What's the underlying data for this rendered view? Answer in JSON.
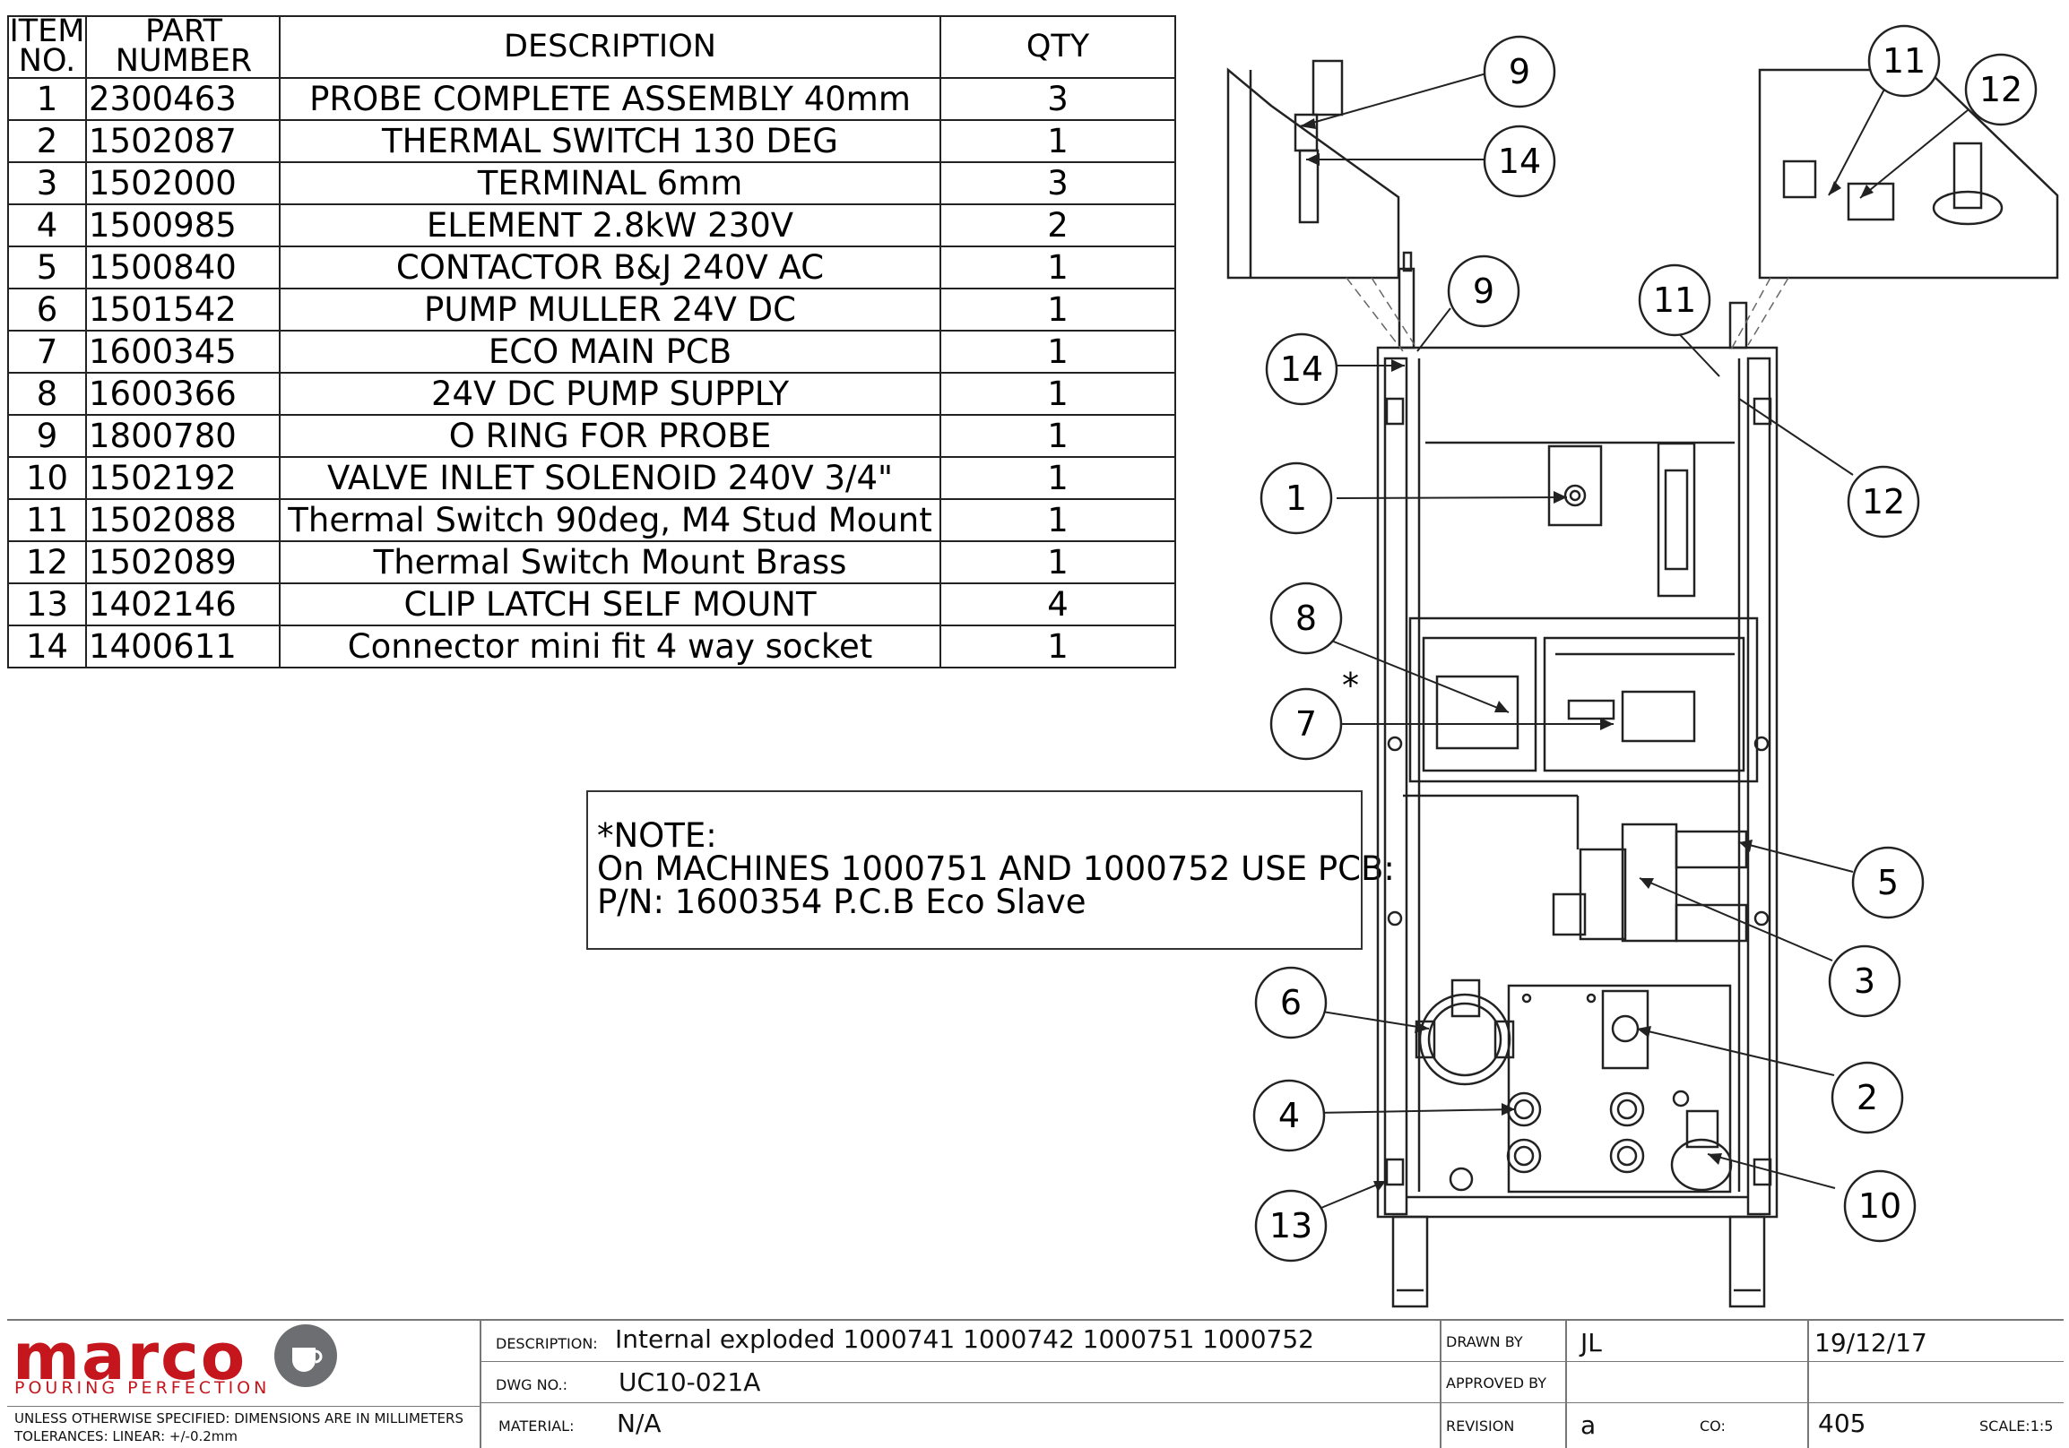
{
  "bom": {
    "headers": {
      "item_line1": "ITEM",
      "item_line2": "NO.",
      "part_line1": "PART",
      "part_line2": "NUMBER",
      "description": "DESCRIPTION",
      "qty": "QTY"
    },
    "rows": [
      {
        "item": "1",
        "part": "2300463",
        "description": "PROBE COMPLETE ASSEMBLY 40mm",
        "qty": "3"
      },
      {
        "item": "2",
        "part": "1502087",
        "description": "THERMAL SWITCH 130 DEG",
        "qty": "1"
      },
      {
        "item": "3",
        "part": "1502000",
        "description": "TERMINAL 6mm",
        "qty": "3"
      },
      {
        "item": "4",
        "part": "1500985",
        "description": "ELEMENT 2.8kW 230V",
        "qty": "2"
      },
      {
        "item": "5",
        "part": "1500840",
        "description": "CONTACTOR B&J 240V AC",
        "qty": "1"
      },
      {
        "item": "6",
        "part": "1501542",
        "description": "PUMP MULLER 24V DC",
        "qty": "1"
      },
      {
        "item": "7",
        "part": "1600345",
        "description": "ECO MAIN PCB",
        "qty": "1"
      },
      {
        "item": "8",
        "part": "1600366",
        "description": "24V DC PUMP SUPPLY",
        "qty": "1"
      },
      {
        "item": "9",
        "part": "1800780",
        "description": "O RING FOR PROBE",
        "qty": "1"
      },
      {
        "item": "10",
        "part": "1502192",
        "description": "VALVE INLET SOLENOID 240V 3/4\"",
        "qty": "1"
      },
      {
        "item": "11",
        "part": "1502088",
        "description": "Thermal Switch 90deg, M4 Stud Mount",
        "qty": "1"
      },
      {
        "item": "12",
        "part": "1502089",
        "description": "Thermal Switch Mount Brass",
        "qty": "1"
      },
      {
        "item": "13",
        "part": "1402146",
        "description": "CLIP LATCH SELF MOUNT",
        "qty": "4"
      },
      {
        "item": "14",
        "part": "1400611",
        "description": "Connector mini fit 4 way socket",
        "qty": "1"
      }
    ]
  },
  "note": {
    "line1": "*NOTE:",
    "line2": "On MACHINES 1000751 AND 1000752 USE PCB:",
    "line3": "P/N: 1600354 P.C.B Eco Slave"
  },
  "drawing": {
    "balloons": [
      "9",
      "14",
      "11",
      "12",
      "9",
      "11",
      "14",
      "1",
      "12",
      "8",
      "7",
      "5",
      "3",
      "6",
      "2",
      "4",
      "10",
      "13"
    ],
    "asterisk": "*"
  },
  "title_block": {
    "logo_word": "marco",
    "logo_tagline": "POURING PERFECTION",
    "tolerance_line1": "UNLESS OTHERWISE SPECIFIED: DIMENSIONS ARE IN MILLIMETERS",
    "tolerance_line2": "TOLERANCES: LINEAR: +/-0.2mm",
    "description_label": "DESCRIPTION:",
    "description_value": "Internal exploded 1000741 1000742 1000751 1000752",
    "dwg_label": "DWG NO.:",
    "dwg_value": "UC10-021A",
    "material_label": "MATERIAL:",
    "material_value": "N/A",
    "drawn_by_label": "DRAWN BY",
    "drawn_by_value": "JL",
    "date_value": "19/12/17",
    "approved_by_label": "APPROVED BY",
    "revision_label": "REVISION",
    "revision_value": "a",
    "co_label": "CO:",
    "co_value": "405",
    "scale_value": "SCALE:1:5"
  },
  "colors": {
    "brand": "#c4161c",
    "logo_grey": "#6d6e71",
    "line": "#222222"
  }
}
